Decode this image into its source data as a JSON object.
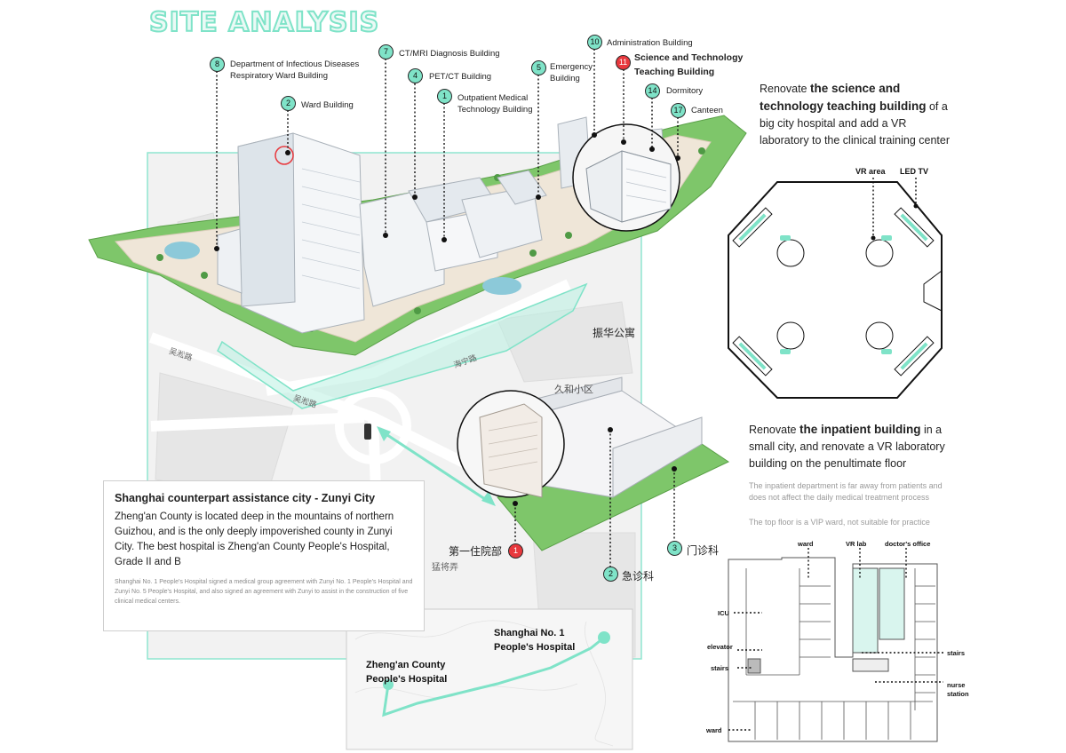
{
  "title": "SITE ANALYSIS",
  "buildings": [
    {
      "num": "8",
      "label1": "Department of Infectious Diseases",
      "label2": "Respiratory Ward Building"
    },
    {
      "num": "2",
      "label1": "Ward Building"
    },
    {
      "num": "7",
      "label1": "CT/MRI Diagnosis Building"
    },
    {
      "num": "4",
      "label1": "PET/CT Building"
    },
    {
      "num": "1",
      "label1": "Outpatient Medical",
      "label2": "Technology Building"
    },
    {
      "num": "5",
      "label1": "Emergency",
      "label2": "Building"
    },
    {
      "num": "10",
      "label1": "Administration Building"
    },
    {
      "num": "11",
      "label1": "Science and Technology",
      "label2": "Teaching Building"
    },
    {
      "num": "14",
      "label1": "Dormitory"
    },
    {
      "num": "17",
      "label1": "Canteen"
    }
  ],
  "right_top": {
    "text1_pre": "Renovate ",
    "text1_bold": "the science and technology teaching building",
    "text1_post": " of a big city hospital and add a VR laboratory to the clinical training center",
    "vr_area": "VR area",
    "led_tv": "LED TV"
  },
  "right_bottom": {
    "text_pre": "Renovate ",
    "text_bold": "the inpatient building",
    "text_post": " in a small city, and renovate a VR laboratory building on the penultimate floor",
    "note1": "The inpatient department is far away from patients and does not affect the daily medical treatment process",
    "note2": "The top floor is a VIP ward, not suitable for practice"
  },
  "plan_labels": {
    "ward_top": "ward",
    "vr_lab": "VR lab",
    "doctors_office": "doctor's office",
    "icu": "ICU",
    "elevator": "elevator",
    "stairs_left": "stairs",
    "stairs_right": "stairs",
    "nurse_station": "nurse station",
    "ward_bottom": "ward"
  },
  "zunyi": {
    "labels": [
      {
        "num": "1",
        "text": "第一住院部"
      },
      {
        "num": "2",
        "text": "急诊科"
      },
      {
        "num": "3",
        "text": "门诊科"
      }
    ],
    "map_texts": {
      "zhenhua": "振华公寓",
      "jiuhe": "久和小区",
      "road1": "吴淞路",
      "road2": "吴淞路",
      "road3": "海宁路",
      "menglong": "猛将弄"
    }
  },
  "infobox": {
    "heading": "Shanghai counterpart assistance city - Zunyi City",
    "para": "Zheng'an County is located deep in the mountains of northern Guizhou, and is the only deeply impoverished county in Zunyi City. The best hospital is Zheng'an County People's Hospital, Grade II and B",
    "small": "Shanghai No. 1 People's Hospital signed a medical group agreement with Zunyi No. 1 People's Hospital and Zunyi No. 5 People's Hospital, and also signed an agreement with Zunyi to assist in the construction of five clinical medical centers."
  },
  "route_map": {
    "shanghai": "Shanghai No. 1 People's Hospital",
    "zhengan": "Zheng'an County People's Hospital"
  },
  "colors": {
    "mint": "#7fe3c8",
    "red": "#e8383d",
    "grass": "#6fb95a"
  }
}
